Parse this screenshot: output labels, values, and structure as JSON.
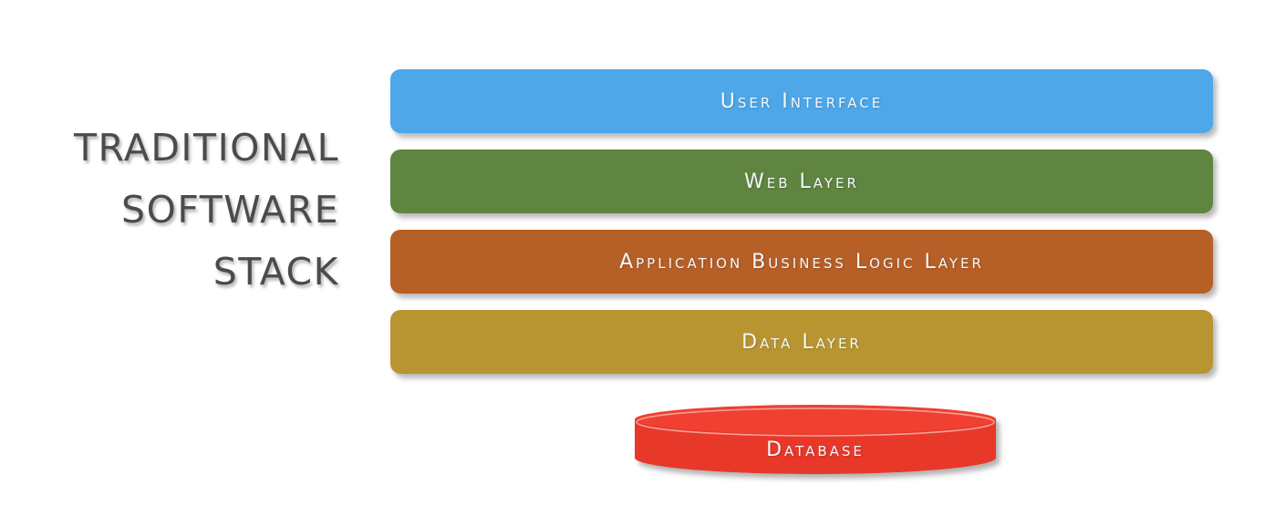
{
  "title": {
    "lines": [
      "TRADITIONAL",
      "SOFTWARE",
      "STACK"
    ],
    "color": "#4b4b4b"
  },
  "diagram": {
    "type": "layered-stack",
    "layers": [
      {
        "label": "User Interface",
        "color": "#4da7e8",
        "shape": "rounded-bar"
      },
      {
        "label": "Web Layer",
        "color": "#5f8540",
        "shape": "rounded-bar"
      },
      {
        "label": "Application Business Logic Layer",
        "color": "#b65f26",
        "shape": "rounded-bar"
      },
      {
        "label": "Data Layer",
        "color": "#b89530",
        "shape": "rounded-bar"
      }
    ],
    "datastore": {
      "label": "Database",
      "color": "#e8372a",
      "top_face_color": "#ef4030",
      "shape": "cylinder"
    },
    "label_color": "#f2f7fb",
    "background": "#ffffff"
  }
}
